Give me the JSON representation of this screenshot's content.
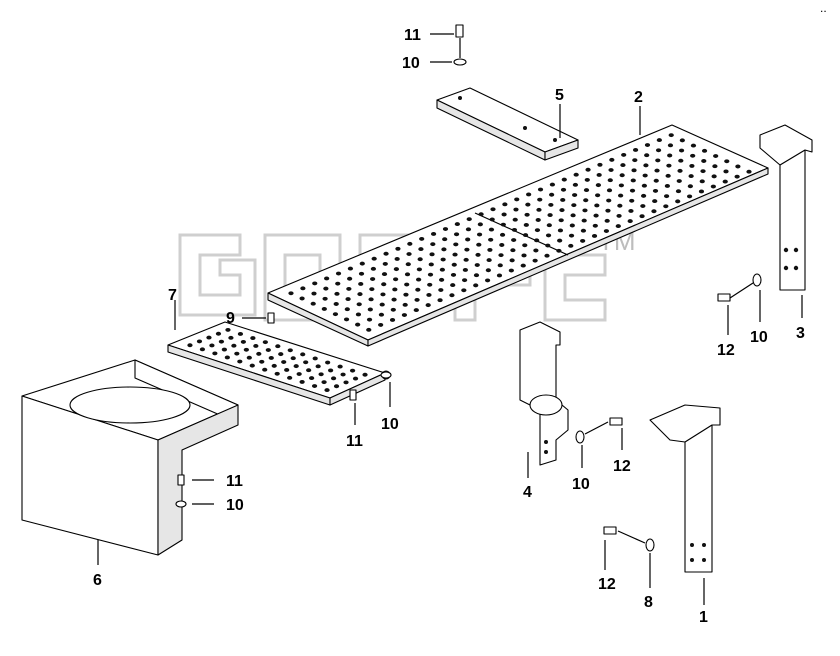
{
  "watermark": {
    "tm": "TM"
  },
  "corner_mark": "..",
  "callouts": {
    "p1": "1",
    "p2": "2",
    "p3": "3",
    "p4": "4",
    "p5": "5",
    "p6": "6",
    "p7": "7",
    "p8": "8",
    "p9": "9",
    "p10_top": "10",
    "p10_right": "10",
    "p10_mid": "10",
    "p10_center": "10",
    "p10_left": "10",
    "p11_top": "11",
    "p11_mid": "11",
    "p11_left": "11",
    "p12_right": "12",
    "p12_center": "12",
    "p12_bottom": "12"
  }
}
